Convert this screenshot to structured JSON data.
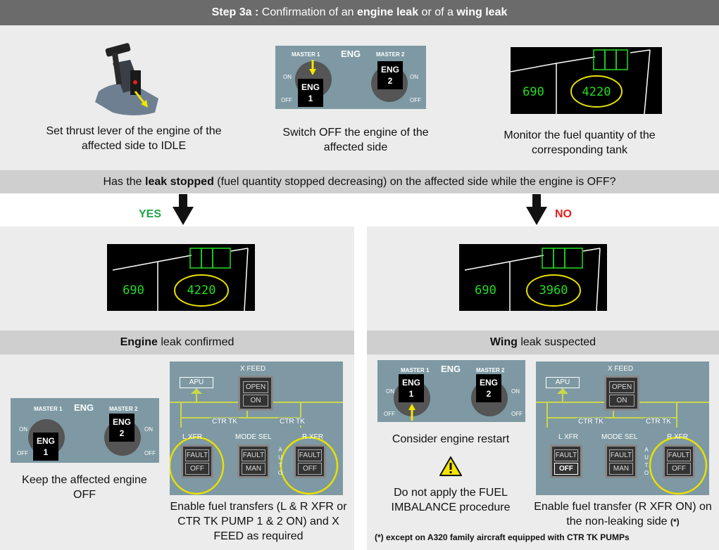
{
  "title": {
    "prefix": "Step 3a :",
    "text1": " Confirmation of an ",
    "bold1": "engine leak",
    "text2": " or of a ",
    "bold2": "wing leak"
  },
  "top": {
    "caption1": "Set thrust lever of the engine of the affected side to IDLE",
    "caption2": "Switch OFF the engine of the affected side",
    "caption3": "Monitor the fuel quantity of the corresponding tank"
  },
  "question": {
    "text1": "Has the ",
    "bold": "leak stopped",
    "text2": " (fuel quantity stopped decreasing) on the affected side while the engine is OFF?"
  },
  "yes_label": "YES",
  "no_label": "NO",
  "eng_panel": {
    "title": "ENG",
    "master1": "MASTER 1",
    "master2": "MASTER 2",
    "on": "ON",
    "off": "OFF",
    "eng": "ENG",
    "one": "1",
    "two": "2"
  },
  "ecam_top": {
    "left_value": "690",
    "right_value": "4220"
  },
  "ecam_yes": {
    "left_value": "690",
    "right_value": "4220"
  },
  "ecam_no": {
    "left_value": "690",
    "right_value": "3960"
  },
  "left_branch": {
    "header_bold": "Engine",
    "header_rest": " leak confirmed",
    "caption_keep": "Keep the affected engine OFF",
    "caption_enable": "Enable fuel transfers (L & R XFR or CTR TK PUMP 1 & 2 ON) and X FEED as required"
  },
  "right_branch": {
    "header_bold": "Wing",
    "header_rest": " leak suspected",
    "caption_restart": "Consider engine restart",
    "caption_warning": "Do not apply the FUEL IMBALANCE procedure",
    "caption_enable": "Enable fuel transfer (R XFR ON) on the non-leaking side",
    "footnote_mark": "(*)",
    "footnote": "(*) except on A320 family aircraft equipped with CTR TK PUMPs"
  },
  "fuel_panel": {
    "apu": "APU",
    "xfeed": "X FEED",
    "open": "OPEN",
    "on": "ON",
    "ctr_tk": "CTR TK",
    "l_xfr": "L XFR",
    "mode_sel": "MODE SEL",
    "r_xfr": "R XFR",
    "fault": "FAULT",
    "off": "OFF",
    "man": "MAN",
    "auto": "A U T O"
  },
  "colors": {
    "green": "#22dd22",
    "yellow": "#e8e000",
    "panel": "#7e99a3"
  }
}
